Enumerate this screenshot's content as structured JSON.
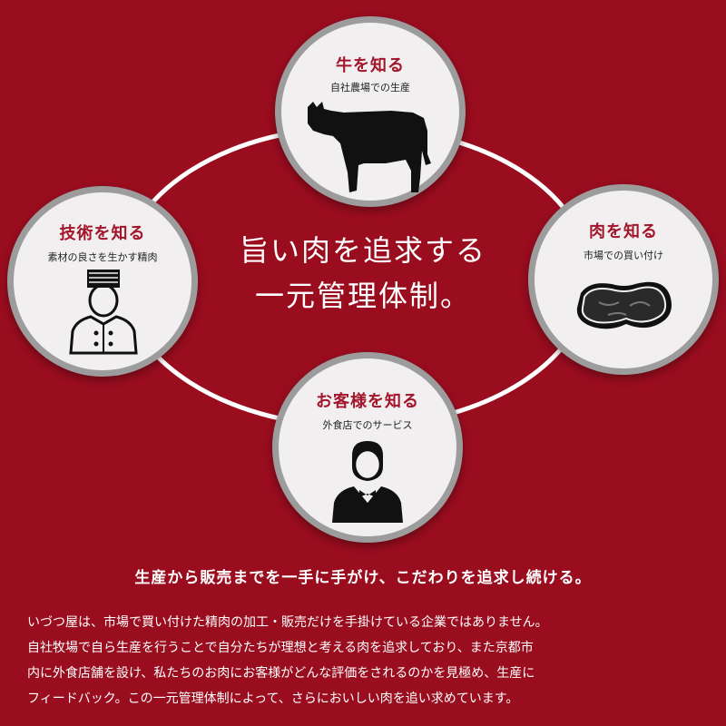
{
  "colors": {
    "background": "#9a0d1f",
    "accent": "#a3152a",
    "ring": "#ffffff",
    "circle_border": "#9c9c9c",
    "circle_fill": "#f1efef"
  },
  "circles": {
    "top": {
      "title": "牛を知る",
      "subtitle": "自社農場での生産",
      "icon": "cow-icon"
    },
    "left": {
      "title": "技術を知る",
      "subtitle": "素材の良さを生かす精肉",
      "icon": "chef-icon"
    },
    "right": {
      "title": "肉を知る",
      "subtitle": "市場での買い付け",
      "icon": "steak-icon"
    },
    "bottom": {
      "title": "お客様を知る",
      "subtitle": "外食店でのサービス",
      "icon": "waiter-icon"
    }
  },
  "center": {
    "line1": "旨い肉を追求する",
    "line2": "一元管理体制。"
  },
  "headline": "生産から販売までを一手に手がけ、こだわりを追求し続ける。",
  "body_lines": [
    "いづつ屋は、市場で買い付けた精肉の加工・販売だけを手掛けている企業ではありません。",
    "自社牧場で自ら生産を行うことで自分たちが理想と考える肉を追求しており、また京都市",
    "内に外食店舗を設け、私たちのお肉にお客様がどんな評価をされるのかを見極め、生産に",
    "フィードバック。この一元管理体制によって、さらにおいしい肉を追い求めています。"
  ]
}
